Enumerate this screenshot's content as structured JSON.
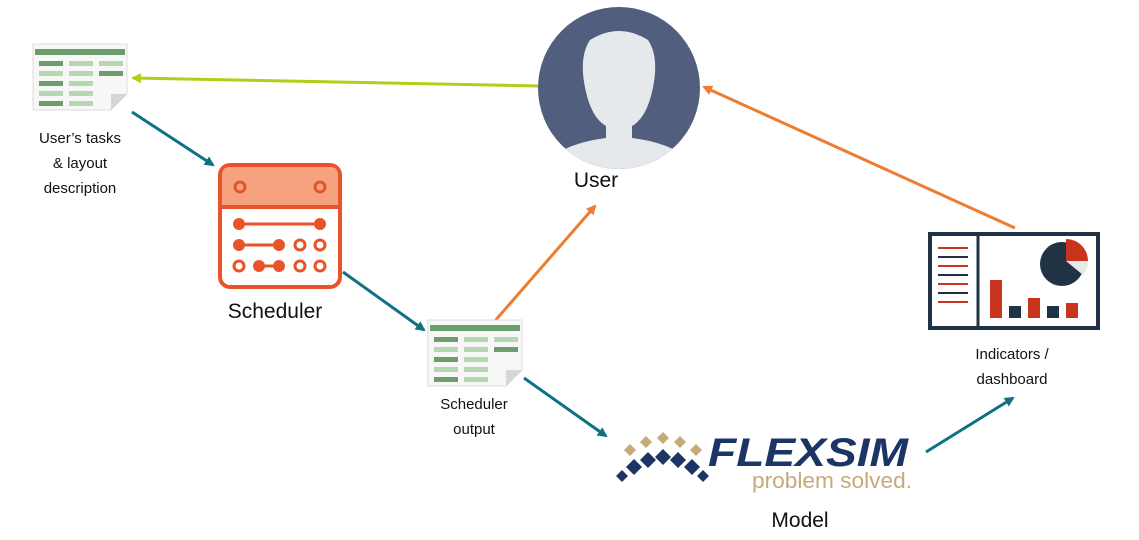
{
  "nodes": {
    "user_tasks": {
      "label_lines": [
        "User’s tasks",
        "& layout",
        "description"
      ]
    },
    "scheduler": {
      "label": "Scheduler"
    },
    "scheduler_output": {
      "label_lines": [
        "Scheduler",
        "output"
      ]
    },
    "user": {
      "label": "User"
    },
    "model": {
      "label": "Model",
      "logo_text": "FLEXSIM",
      "logo_tagline": "problem solved."
    },
    "dashboard": {
      "label_lines": [
        "Indicators /",
        "dashboard"
      ]
    }
  },
  "colors": {
    "teal_arrow": "#0e7184",
    "orange_arrow": "#ed7d31",
    "lime_arrow": "#b5cc18",
    "scheduler_orange": "#e8532a",
    "scheduler_light": "#f7a27e",
    "user_circle": "#525e7e",
    "user_silhouette": "#e6e9ec",
    "doc_dark_green": "#6b9e6b",
    "doc_light_green": "#b6d8b0",
    "flexsim_blue": "#1d3566",
    "flexsim_gold": "#c8a979",
    "dashboard_red": "#c8341d",
    "dashboard_navy": "#1f3344"
  }
}
